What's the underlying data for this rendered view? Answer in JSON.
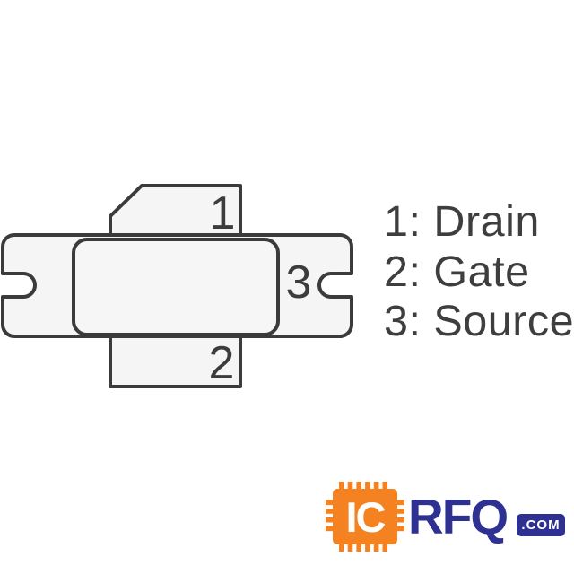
{
  "page": {
    "background": "#ffffff"
  },
  "diagram": {
    "type": "rf-transistor-package-pinout",
    "outline_color": "#3b3b3b",
    "fill_color": "#f5f5f6",
    "pins": [
      {
        "number": "1",
        "name": "Drain"
      },
      {
        "number": "2",
        "name": "Gate"
      },
      {
        "number": "3",
        "name": "Source"
      }
    ]
  },
  "legend": {
    "text_color": "#3e3e3e",
    "items": [
      {
        "label": "1: Drain"
      },
      {
        "label": "2: Gate"
      },
      {
        "label": "3: Source"
      }
    ]
  },
  "logo": {
    "chip_text": "IC",
    "brand_text": "RFQ",
    "domain_text": ".COM",
    "orange": "#f58220",
    "blue": "#2e3192"
  }
}
